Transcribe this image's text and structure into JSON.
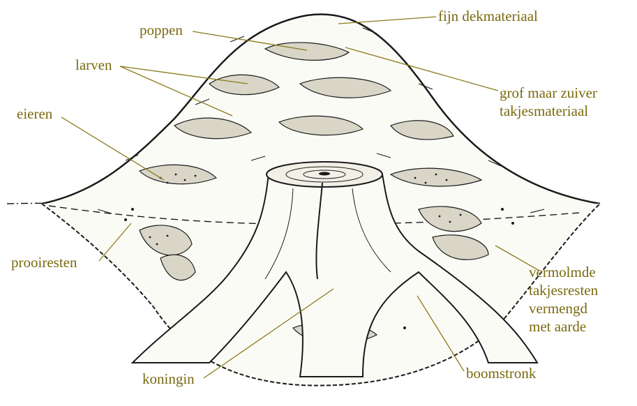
{
  "diagram": {
    "labels": {
      "fijn_dekmateriaal": "fijn dekmateriaal",
      "poppen": "poppen",
      "grof_line1": "grof maar zuiver",
      "grof_line2": "takjesmateriaal",
      "larven": "larven",
      "eieren": "eieren",
      "prooiresten": "prooiresten",
      "vermolmde_line1": "vermolmde",
      "vermolmde_line2": "takjesresten",
      "vermolmde_line3": "vermengd",
      "vermolmde_line4": "met aarde",
      "koningin": "koningin",
      "boomstronk": "boomstronk"
    },
    "colors": {
      "label_text": "#7a6a10",
      "leader_line": "#8a7a1a",
      "ink": "#1a1a1a"
    }
  }
}
